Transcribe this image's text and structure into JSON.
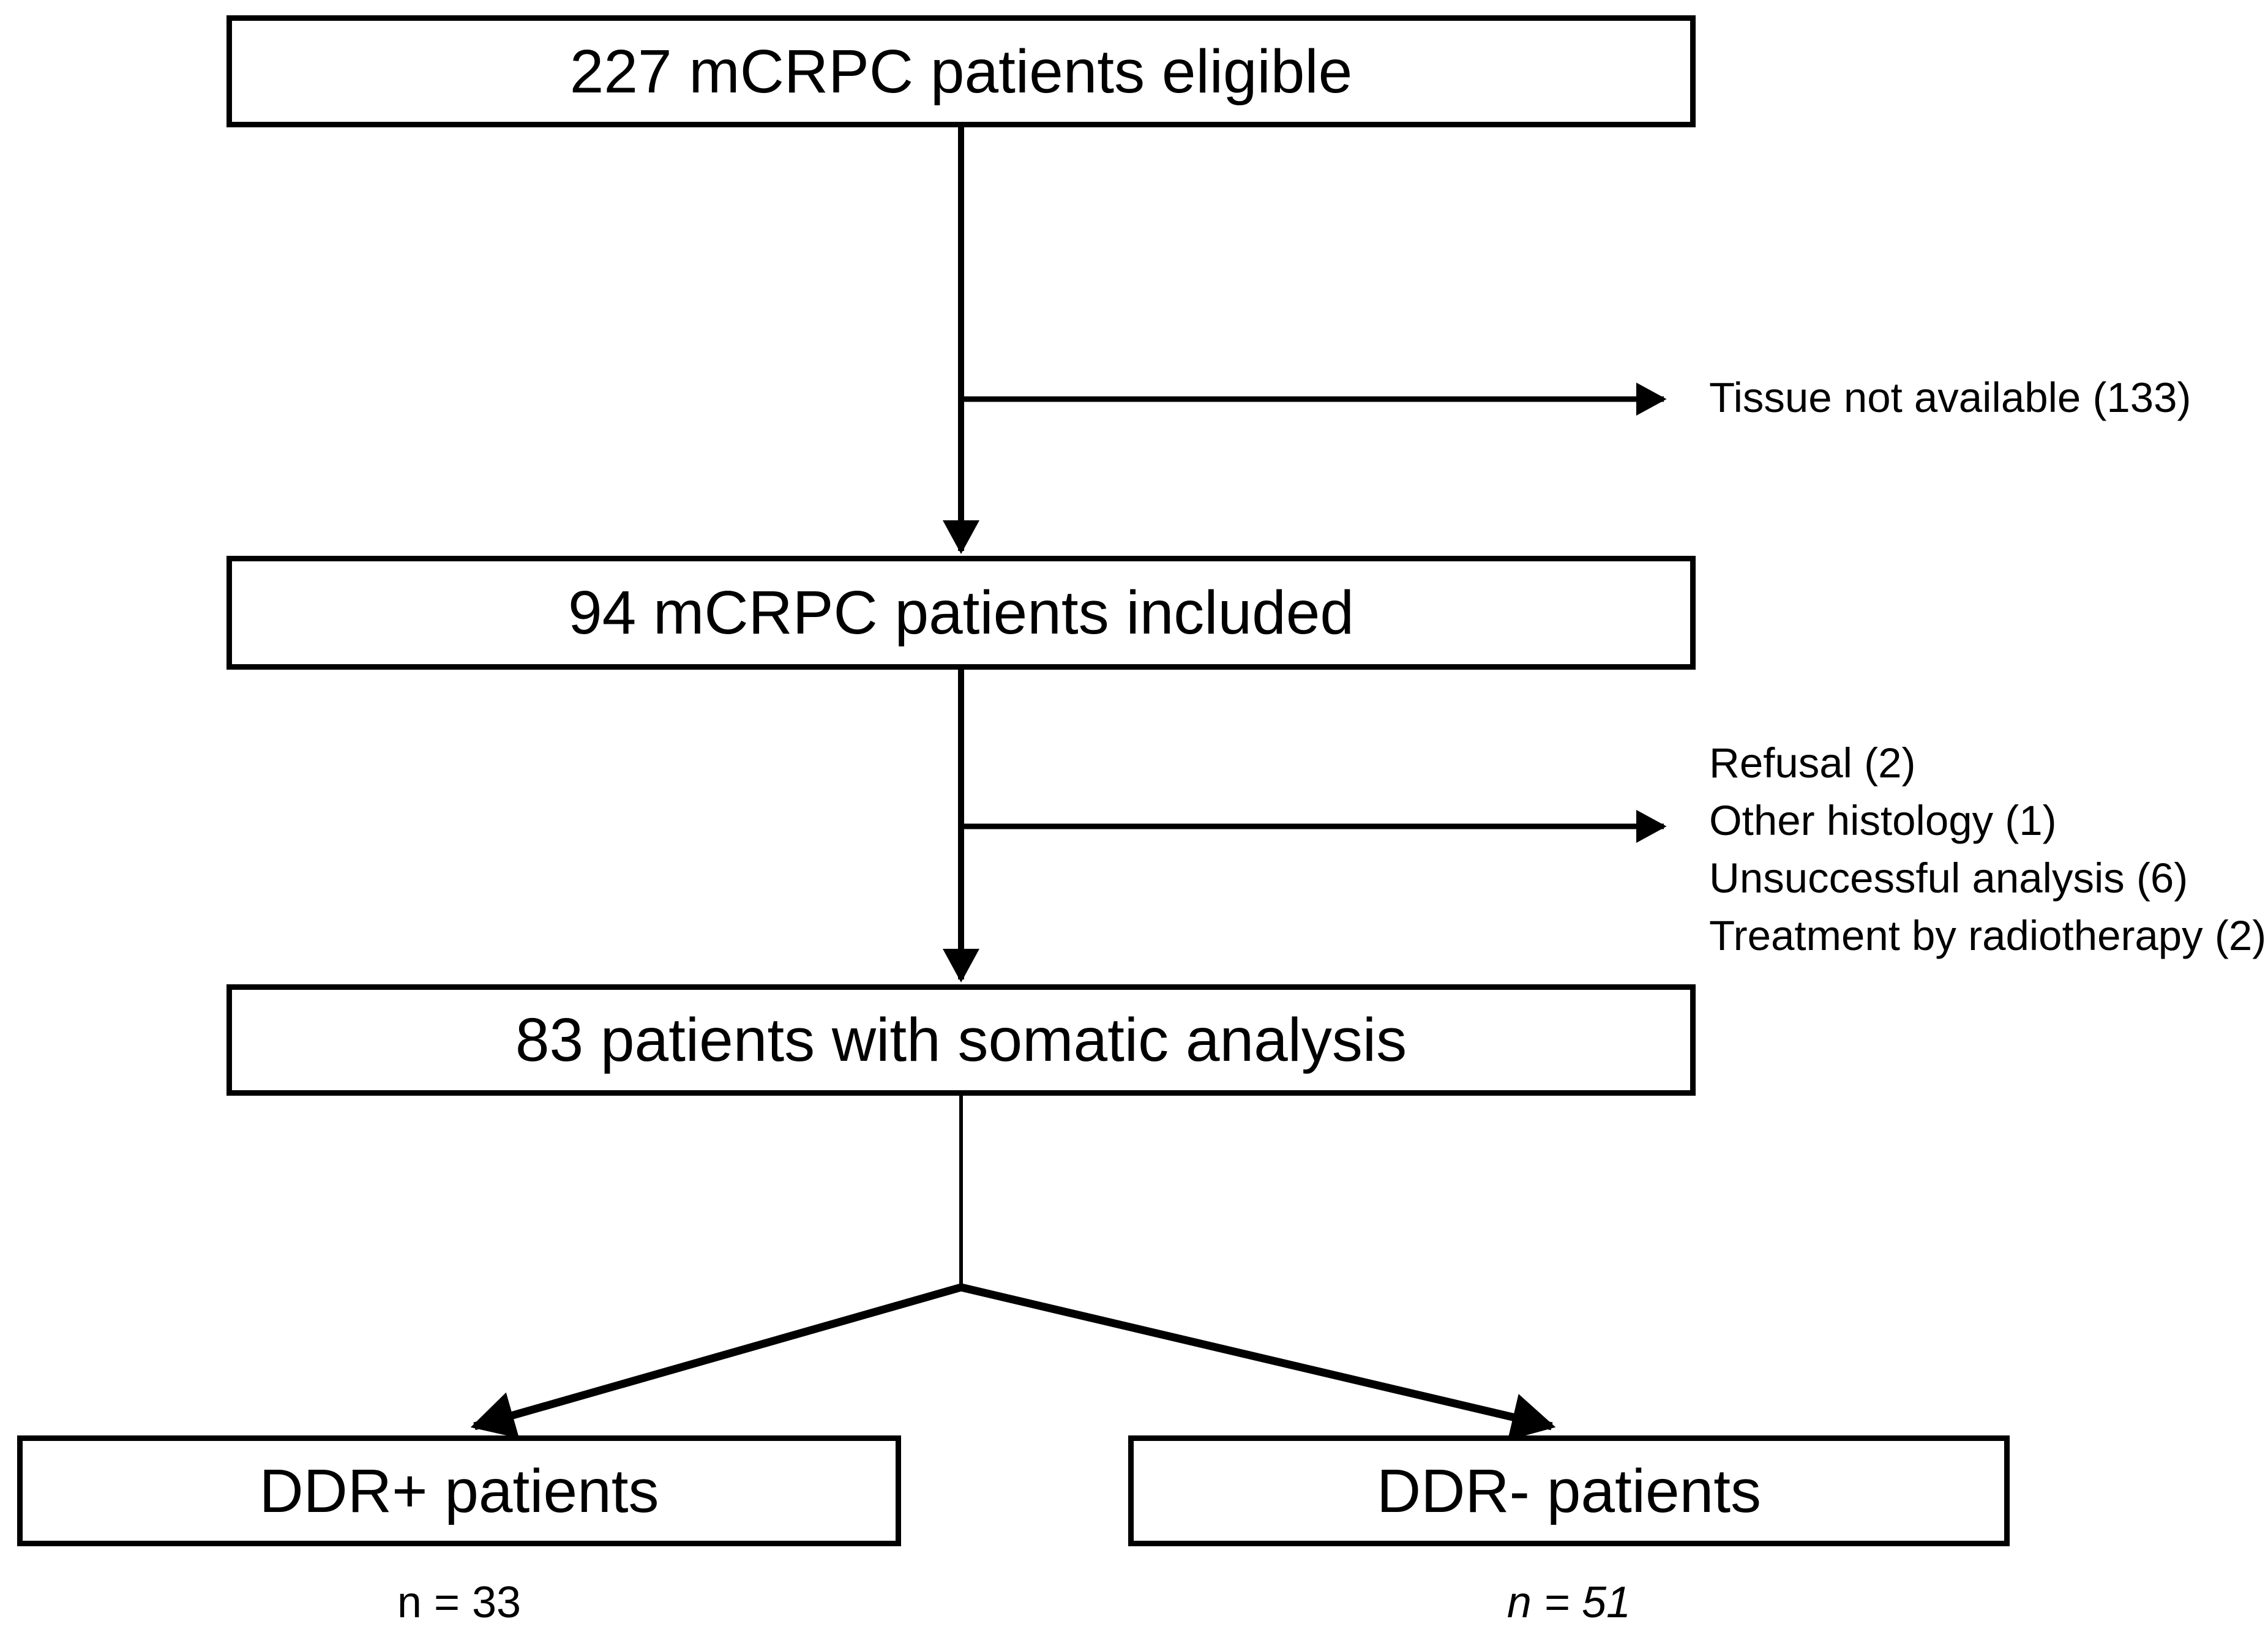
{
  "figure": {
    "background_color": "#ffffff",
    "line_color": "#000000",
    "boxes": {
      "eligible": {
        "label": "227 mCRPC patients eligible"
      },
      "included": {
        "label": "94 mCRPC patients included"
      },
      "somatic": {
        "label": "83 patients with somatic analysis"
      },
      "ddr_positive": {
        "label": "DDR+ patients",
        "count": "n = 33"
      },
      "ddr_negative": {
        "label": "DDR- patients",
        "count": "n = 51"
      }
    },
    "exclusions": {
      "tissue": {
        "lines": [
          "Tissue not available (133)"
        ]
      },
      "analysis": {
        "lines": [
          "Refusal (2)",
          "Other histology (1)",
          "Unsuccessful analysis (6)",
          "Treatment by radiotherapy (2)"
        ]
      }
    }
  }
}
